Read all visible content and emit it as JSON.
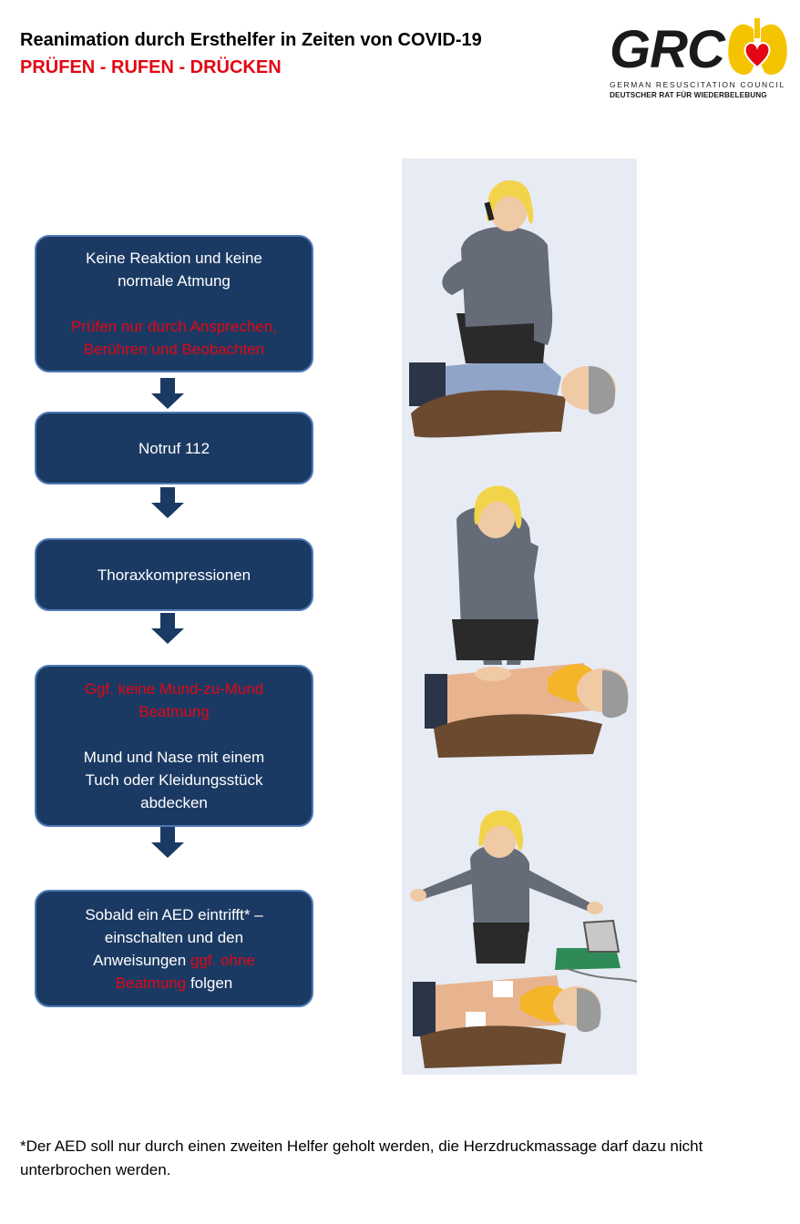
{
  "header": {
    "title": "Reanimation durch Ersthelfer in Zeiten von COVID-19",
    "subtitle": "PRÜFEN - RUFEN - DRÜCKEN"
  },
  "logo": {
    "abbr": "GRC",
    "line1": "GERMAN RESUSCITATION COUNCIL",
    "line2": "DEUTSCHER RAT FÜR WIEDERBELEBUNG"
  },
  "flow": {
    "step1": {
      "line1": "Keine Reaktion und keine",
      "line2": "normale Atmung",
      "red1": "Prüfen nur durch Ansprechen,",
      "red2": "Berühren und Beobachten"
    },
    "step2": {
      "text": "Notruf 112"
    },
    "step3": {
      "text": "Thoraxkompressionen"
    },
    "step4": {
      "red1": "Ggf. keine Mund-zu-Mund",
      "red2": "Beatmung",
      "line1": "Mund und Nase mit einem",
      "line2": "Tuch oder Kleidungsstück",
      "line3": "abdecken"
    },
    "step5": {
      "line1": "Sobald ein AED eintrifft* –",
      "line2": "einschalten und den",
      "line3a": "Anweisungen ",
      "line3b": "ggf. ohne",
      "line4a": "Beatmung",
      "line4b": " folgen"
    }
  },
  "footnote": "*Der AED soll nur durch einen zweiten Helfer geholt werden, die Herzdruckmassage darf dazu nicht unterbrochen werden.",
  "colors": {
    "box_fill": "#1b3a63",
    "box_border": "#4e7ab5",
    "accent_red": "#e30613",
    "panel_bg": "#e7ebf3",
    "logo_lung": "#f5c400"
  },
  "icons": [
    "lungs-heart-icon",
    "arrow-down-icon"
  ]
}
